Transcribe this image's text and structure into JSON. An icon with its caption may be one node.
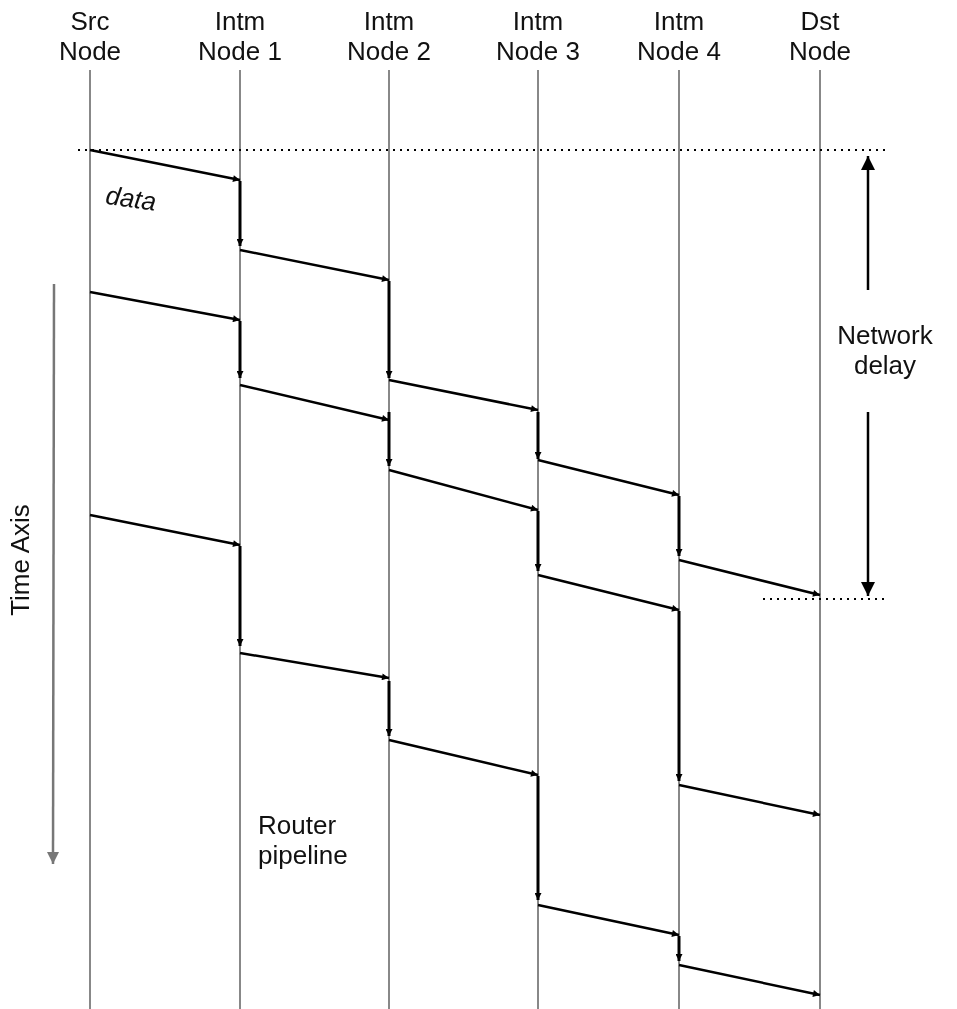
{
  "diagram": {
    "nodes": [
      {
        "text": [
          "Src Node"
        ]
      },
      {
        "text": [
          "Intm Node 1"
        ]
      },
      {
        "text": [
          "Intm Node 2"
        ]
      },
      {
        "text": [
          "Intm Node 3"
        ]
      },
      {
        "text": [
          "Intm Node 4"
        ]
      },
      {
        "text": [
          "Dst Node"
        ]
      }
    ],
    "edges": [
      {
        "from": 0,
        "to": 1,
        "arrow": "to"
      },
      {
        "from": 1,
        "to": 2,
        "arrow": "to"
      },
      {
        "from": 2,
        "to": 3,
        "arrow": "to"
      },
      {
        "from": 3,
        "to": 4,
        "arrow": "to"
      },
      {
        "from": 4,
        "to": 5,
        "arrow": "to"
      },
      {
        "from": 0,
        "to": 1,
        "arrow": "to"
      },
      {
        "from": 1,
        "to": 2,
        "arrow": "to"
      },
      {
        "from": 2,
        "to": 3,
        "arrow": "to"
      },
      {
        "from": 3,
        "to": 4,
        "arrow": "to"
      },
      {
        "from": 4,
        "to": 5,
        "arrow": "to"
      },
      {
        "from": 0,
        "to": 1,
        "arrow": "to"
      },
      {
        "from": 1,
        "to": 2,
        "arrow": "to"
      },
      {
        "from": 2,
        "to": 3,
        "arrow": "to"
      },
      {
        "from": 3,
        "to": 4,
        "arrow": "to"
      },
      {
        "from": 4,
        "to": 5,
        "arrow": "to"
      }
    ],
    "labels": [
      "data",
      "Network delay",
      "Time Axis",
      "Router pipeline"
    ]
  }
}
